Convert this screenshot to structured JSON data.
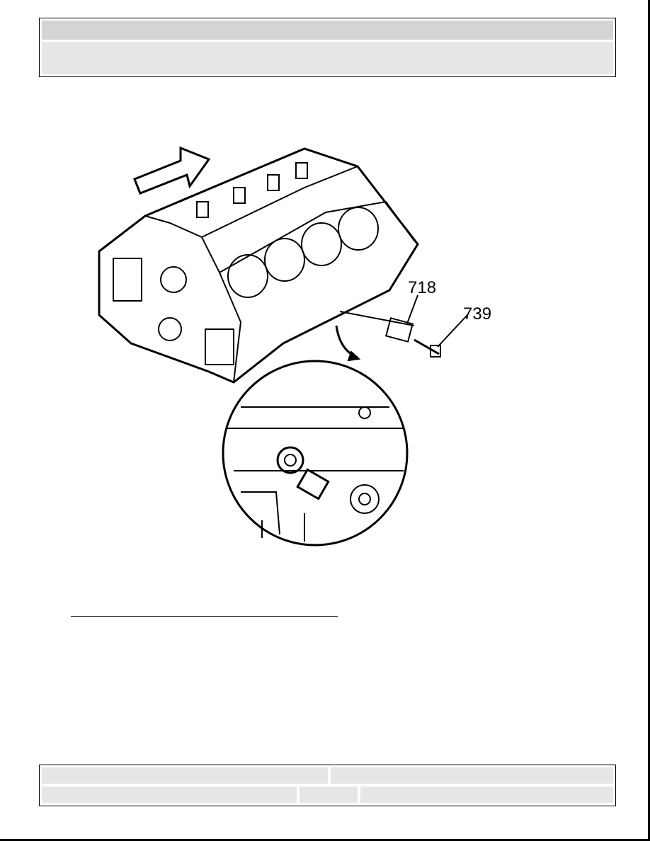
{
  "figure": {
    "callouts": [
      "718",
      "739"
    ],
    "icons": [
      "engine-block-illustration",
      "direction-arrow",
      "detail-view-circle"
    ]
  }
}
